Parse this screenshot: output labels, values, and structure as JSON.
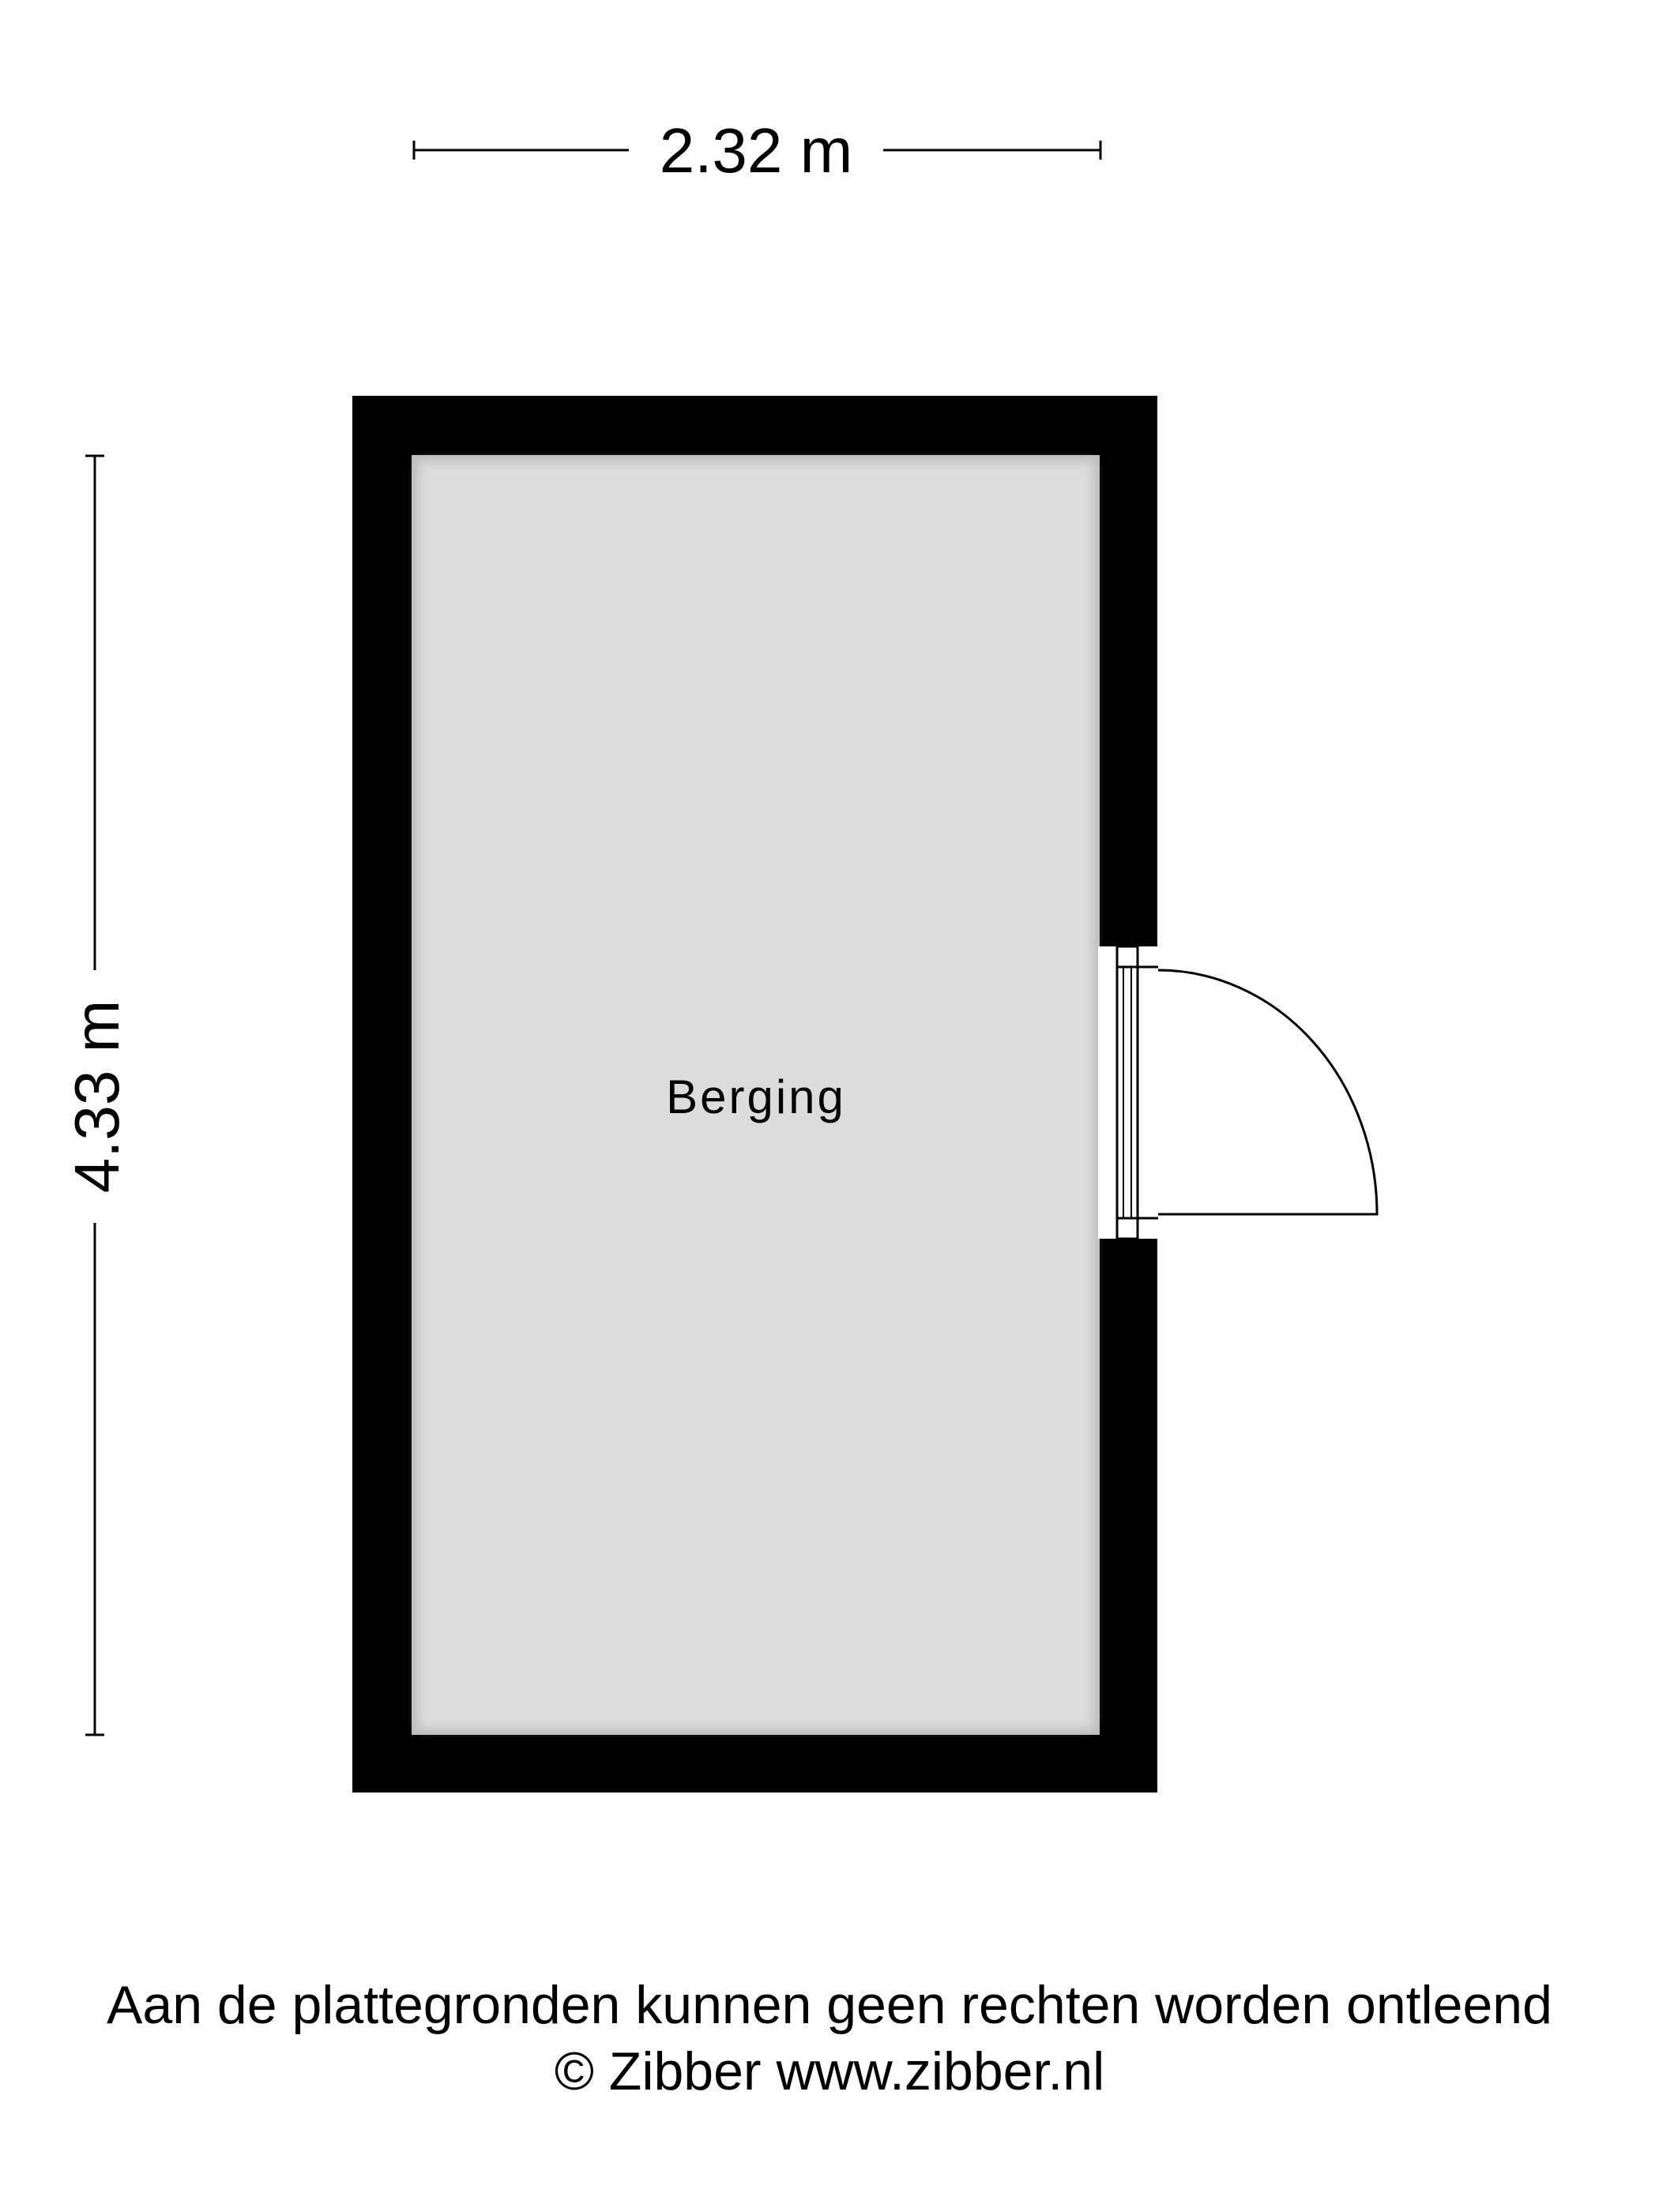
{
  "plan": {
    "room_label": "Berging",
    "width_dimension": "2.32 m",
    "height_dimension": "4.33 m"
  },
  "footer": {
    "disclaimer": "Aan de plattegronden kunnen geen rechten worden ontleend",
    "copyright": "© Zibber www.zibber.nl"
  },
  "colors": {
    "wall": "#000000",
    "floor": "#dcdcdc",
    "background": "#ffffff"
  }
}
